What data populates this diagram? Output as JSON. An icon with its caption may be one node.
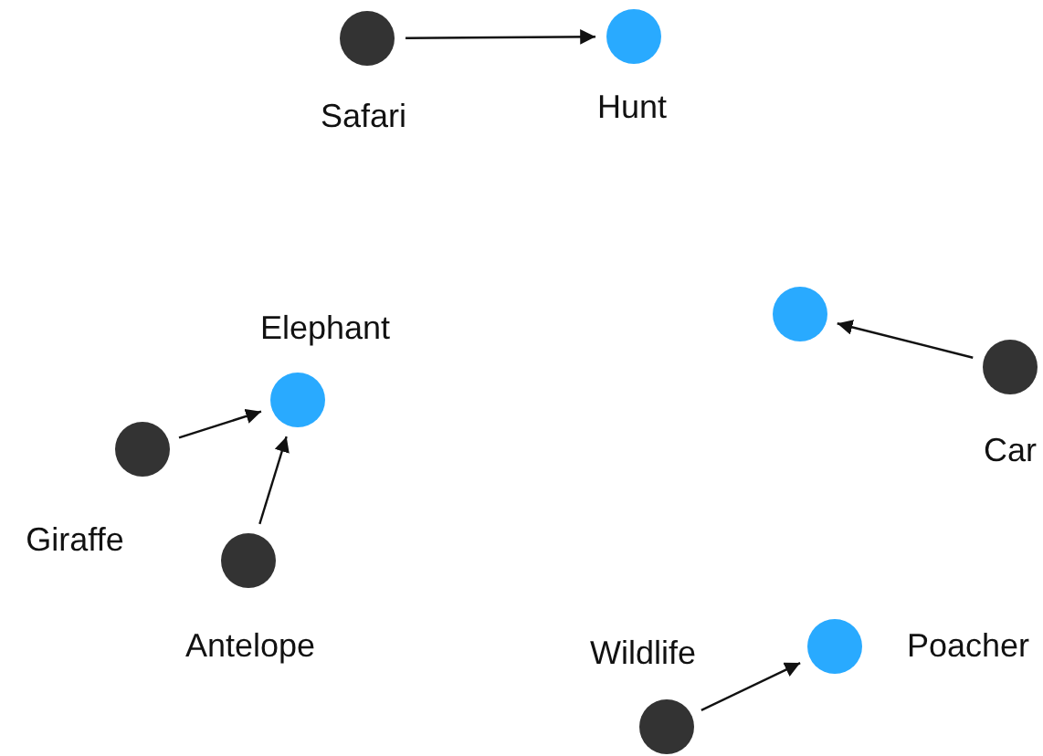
{
  "diagram": {
    "nodes": [
      {
        "text": [
          "Safari"
        ]
      },
      {
        "text": [
          "Hunt"
        ]
      },
      {
        "text": [],
        "shape": "circle"
      },
      {
        "text": [
          "Elephant"
        ]
      },
      {
        "text": [
          "Car"
        ]
      },
      {
        "text": [
          "Giraffe"
        ]
      },
      {
        "text": [
          "Antelope"
        ]
      },
      {
        "text": [
          "Poacher"
        ]
      },
      {
        "text": [
          "Wildlife"
        ]
      }
    ],
    "edges": [
      {
        "from": 0,
        "to": 1,
        "arrow": "to"
      },
      {
        "from": 4,
        "to": 2,
        "arrow": "to"
      },
      {
        "from": 5,
        "to": 3,
        "arrow": "to"
      },
      {
        "from": 6,
        "to": 3,
        "arrow": "to"
      },
      {
        "from": 8,
        "to": 7,
        "arrow": "to"
      }
    ]
  }
}
